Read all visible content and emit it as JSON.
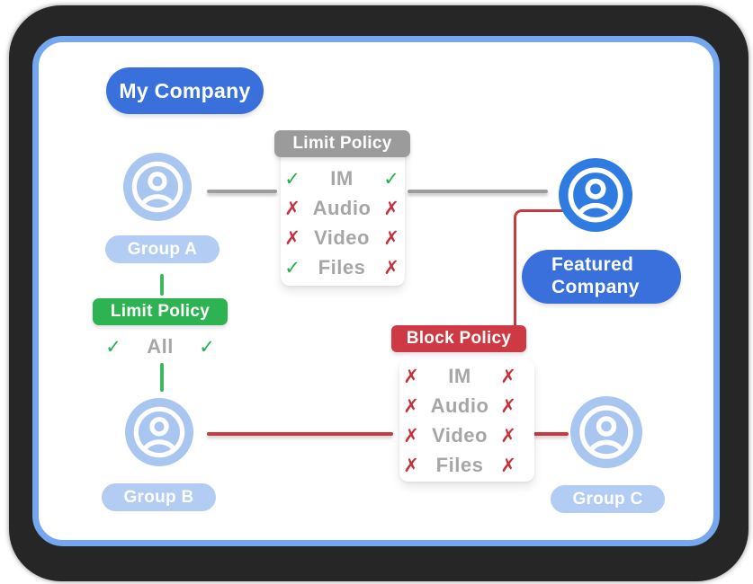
{
  "nodes": {
    "my_company": {
      "label": "My Company"
    },
    "group_a": {
      "label": "Group A"
    },
    "group_b": {
      "label": "Group B"
    },
    "group_c": {
      "label": "Group C"
    },
    "featured_company": {
      "line1": "Featured",
      "line2": "Company"
    }
  },
  "policies": {
    "limit_top": {
      "title": "Limit Policy",
      "rows": [
        {
          "label": "IM",
          "left": "allow",
          "right": "allow"
        },
        {
          "label": "Audio",
          "left": "deny",
          "right": "deny"
        },
        {
          "label": "Video",
          "left": "deny",
          "right": "deny"
        },
        {
          "label": "Files",
          "left": "allow",
          "right": "deny"
        }
      ]
    },
    "limit_left": {
      "title": "Limit Policy",
      "rows": [
        {
          "label": "All",
          "left": "allow",
          "right": "allow"
        }
      ]
    },
    "block": {
      "title": "Block Policy",
      "rows": [
        {
          "label": "IM",
          "left": "deny",
          "right": "deny"
        },
        {
          "label": "Audio",
          "left": "deny",
          "right": "deny"
        },
        {
          "label": "Video",
          "left": "deny",
          "right": "deny"
        },
        {
          "label": "Files",
          "left": "deny",
          "right": "deny"
        }
      ]
    }
  },
  "glyphs": {
    "check": "✓",
    "cross": "✗"
  },
  "colors": {
    "accent_blue": "#3a70dc",
    "avatar_blue": "#2e7ce2",
    "avatar_light": "#a9c6f1",
    "pill_light": "#b2ccf3",
    "green": "#2eb353",
    "red": "#ce3a43",
    "gray_pill": "#9b9b9b",
    "line_gray": "#9c9c9c",
    "line_red": "#c93a40",
    "line_green": "#3cb85e",
    "text_gray": "#a6a6a6",
    "check_green": "#1fb14a",
    "cross_red": "#c5303a",
    "card_border": "#74a7f0",
    "frame_dark": "#262626"
  }
}
